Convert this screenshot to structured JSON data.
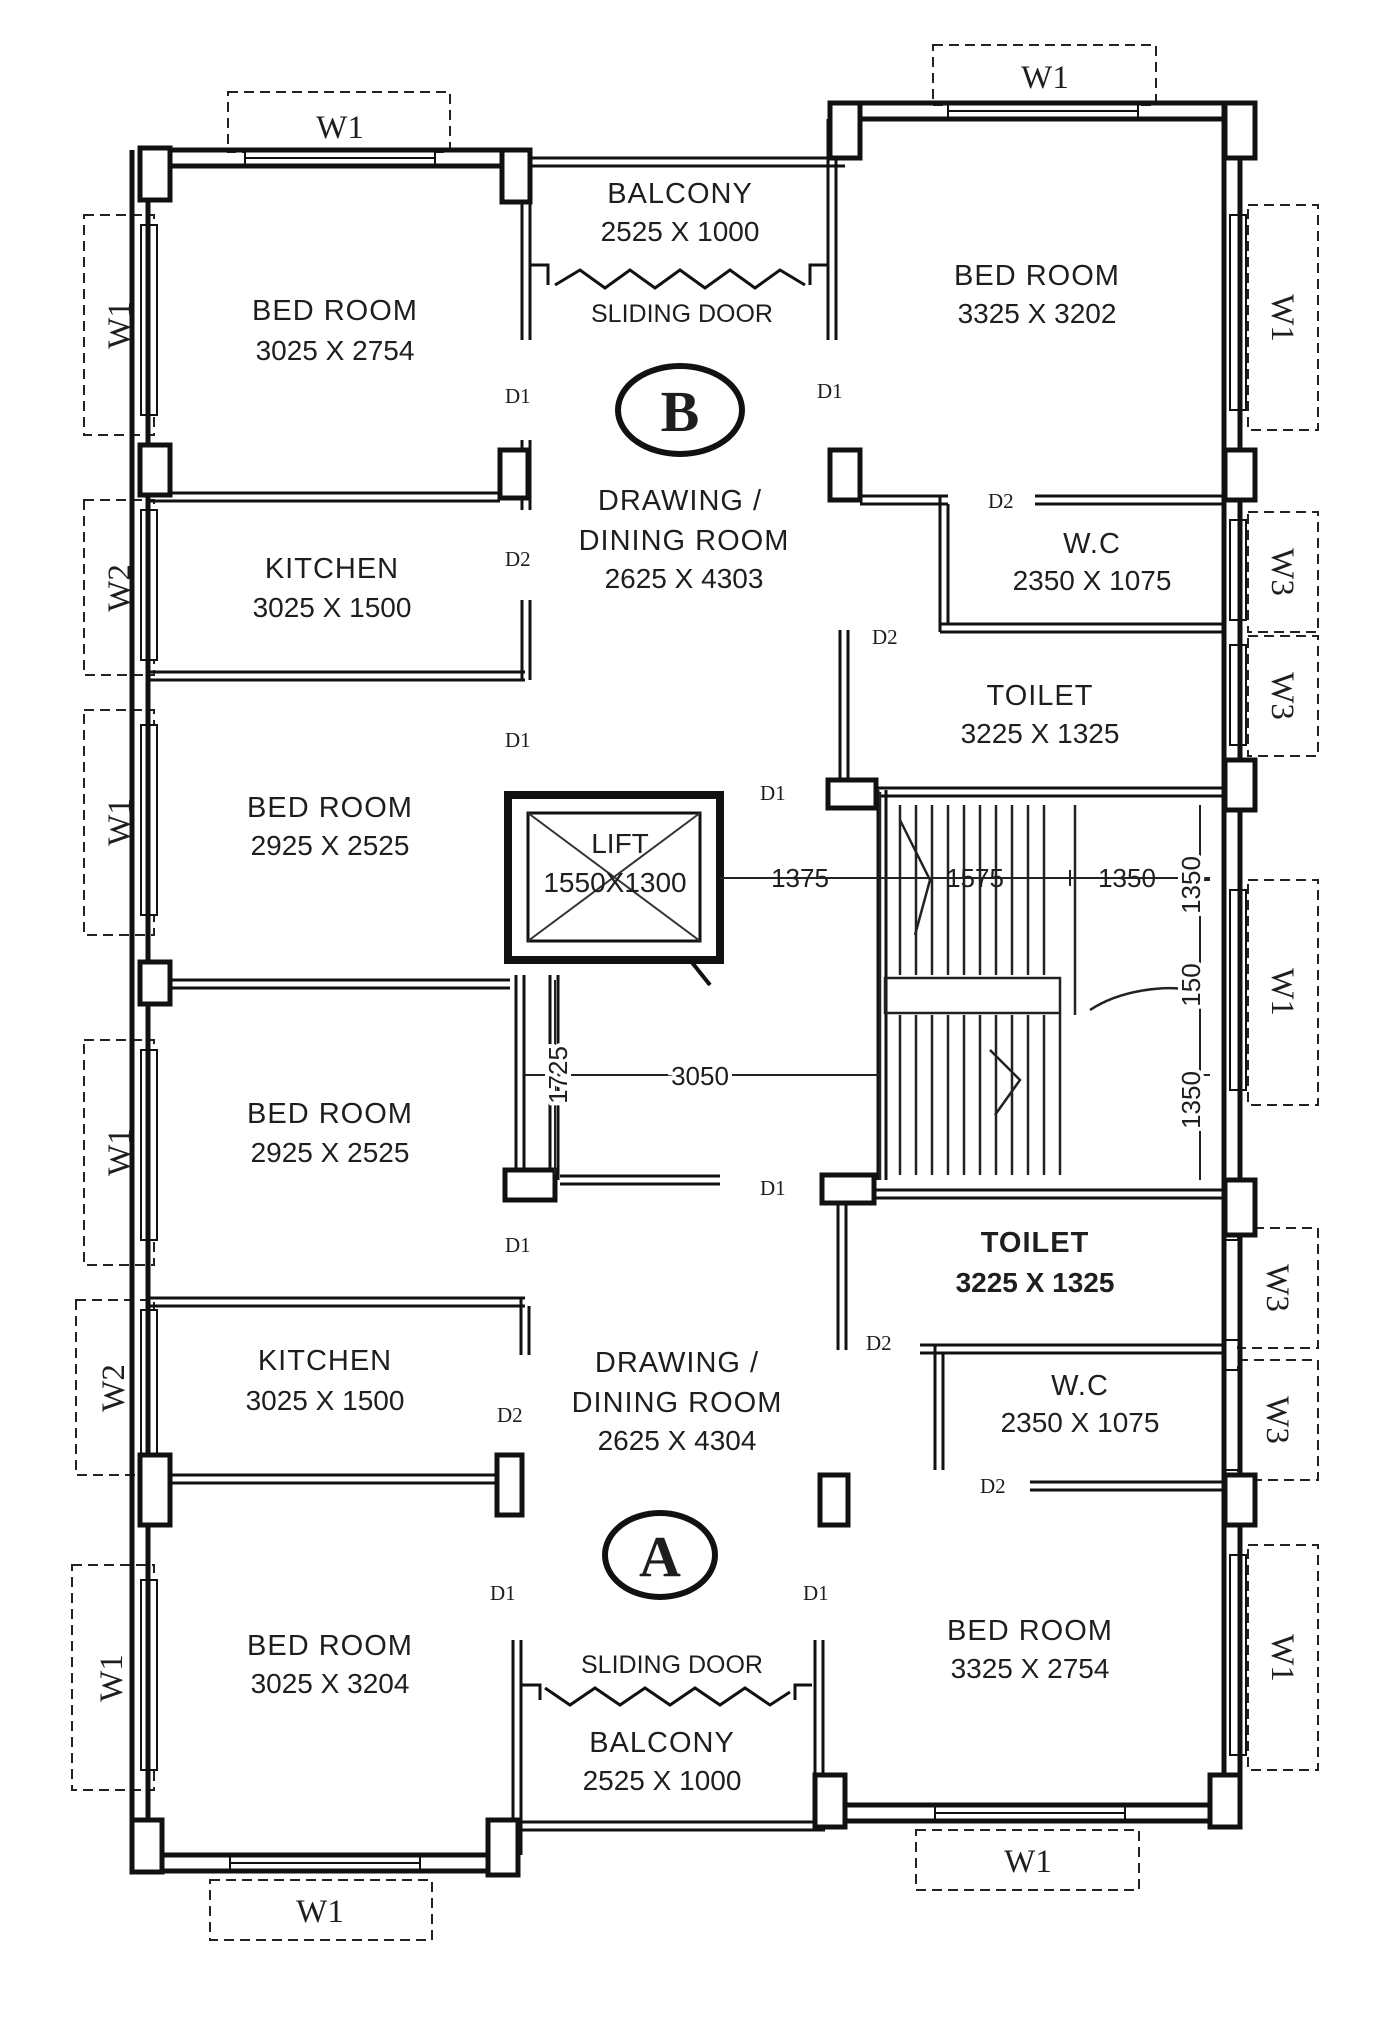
{
  "units": {
    "upper": "B",
    "lower": "A"
  },
  "rooms": {
    "b_bed_left": {
      "name": "BED ROOM",
      "dim": "3025 X 2754"
    },
    "b_balcony": {
      "name": "BALCONY",
      "dim": "2525 X 1000",
      "door": "SLIDING DOOR"
    },
    "b_bed_right": {
      "name": "BED ROOM",
      "dim": "3325 X 3202"
    },
    "b_drawing": {
      "name_line1": "DRAWING /",
      "name_line2": "DINING ROOM",
      "dim": "2625 X 4303"
    },
    "b_kitchen": {
      "name": "KITCHEN",
      "dim": "3025 X 1500"
    },
    "b_wc": {
      "name": "W.C",
      "dim": "2350 X 1075"
    },
    "b_toilet": {
      "name": "TOILET",
      "dim": "3225 X 1325"
    },
    "mid_bed_1": {
      "name": "BED ROOM",
      "dim": "2925 X 2525"
    },
    "lift": {
      "name": "LIFT",
      "dim": "1550X1300"
    },
    "mid_bed_2": {
      "name": "BED ROOM",
      "dim": "2925 X 2525"
    },
    "a_toilet": {
      "name": "TOILET",
      "dim": "3225 X 1325"
    },
    "a_kitchen": {
      "name": "KITCHEN",
      "dim": "3025 X 1500"
    },
    "a_drawing": {
      "name_line1": "DRAWING /",
      "name_line2": "DINING ROOM",
      "dim": "2625 X 4304"
    },
    "a_wc": {
      "name": "W.C",
      "dim": "2350 X 1075"
    },
    "a_bed_left": {
      "name": "BED ROOM",
      "dim": "3025 X 3204"
    },
    "a_balcony": {
      "name": "BALCONY",
      "dim": "2525 X 1000",
      "door": "SLIDING DOOR"
    },
    "a_bed_right": {
      "name": "BED ROOM",
      "dim": "3325 X 2754"
    }
  },
  "doors": {
    "d1": "D1",
    "d2": "D2"
  },
  "windows": {
    "w1": "W1",
    "w2": "W2",
    "w3": "W3"
  },
  "dimensions": {
    "lift_to_stair": "1375",
    "stair_flight": "1575",
    "stair_landing": "1350",
    "stair_vertical_top": "1350",
    "stair_mid": "150",
    "stair_vertical_bottom": "1350",
    "lobby_depth": "1725",
    "lobby_width": "3050"
  }
}
